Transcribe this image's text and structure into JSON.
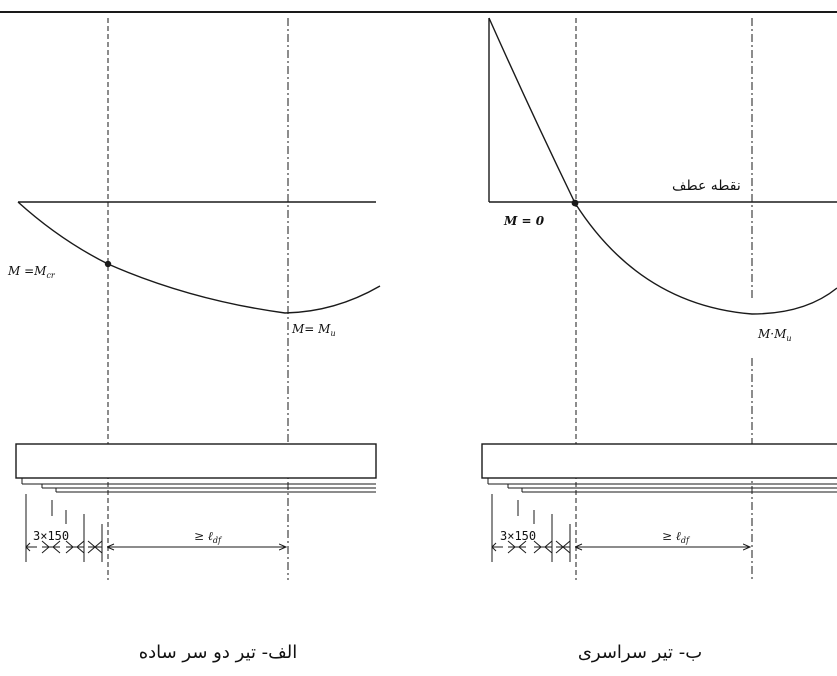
{
  "left_panel": {
    "label_cr_prefix": "M =M",
    "label_cr_sub": "cr",
    "label_u_prefix": "M= M",
    "label_u_sub": "u",
    "dim_spacing": "3×150",
    "dim_length_symbol": "≥ ℓ",
    "dim_length_sub": "df",
    "caption": "الف- تیر دو سر ساده"
  },
  "right_panel": {
    "label_zero": "M = 0",
    "label_inflection": "نقطه عطف",
    "label_u_prefix": "M·M",
    "label_u_sub": "u",
    "dim_spacing": "3×150",
    "dim_length_symbol": "≥ ℓ",
    "dim_length_sub": "df",
    "caption": "ب- تیر سراسری"
  },
  "icons": {
    "arrowhead": "arrowhead-icon",
    "point": "point-marker-icon"
  }
}
